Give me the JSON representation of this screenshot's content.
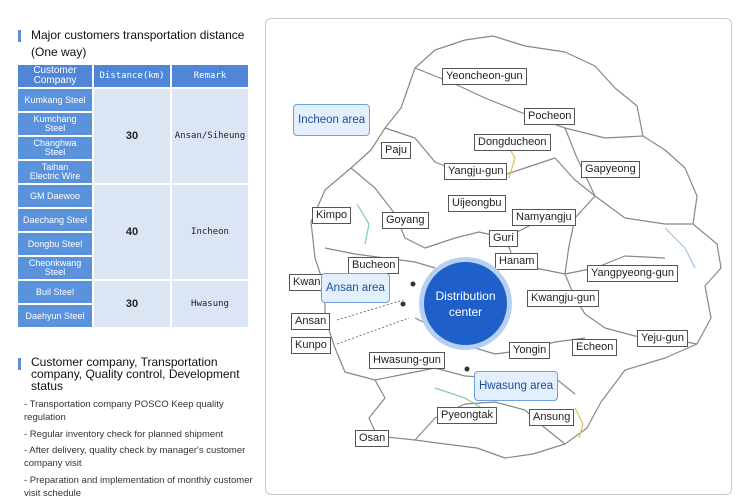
{
  "transport": {
    "title_line1": "Major customers transportation distance",
    "title_line2": "(One way)",
    "headers": {
      "customer": "Customer Company",
      "distance": "Distance(km)",
      "remark": "Remark"
    },
    "customers": [
      "Kumkang Steel",
      "Kumchang Steel",
      "Changhwa Steel",
      "Taihan Electric Wire",
      "GM Daewoo",
      "Daechang Steel",
      "Dongbu Steel",
      "Cheonkwang Steel",
      "Buil Steel",
      "Daehyun Steel"
    ],
    "groups": [
      {
        "distance": "30",
        "remark": "Ansan/Siheung"
      },
      {
        "distance": "40",
        "remark": "Incheon"
      },
      {
        "distance": "30",
        "remark": "Hwasung"
      }
    ]
  },
  "status": {
    "title_line1": "Customer company, Transportation",
    "title_line2": "company, Quality control, Development",
    "title_line3": "status",
    "bullets": [
      [
        "- Transportation company POSCO Keep quality",
        "regulation"
      ],
      [
        "- Regular inventory check for planned shipment"
      ],
      [
        "- After delivery, quality check by manager's customer",
        "company visit"
      ],
      [
        "- Preparation and implementation of monthly customer",
        "visit schedule"
      ]
    ]
  },
  "map": {
    "center_line1": "Distribution",
    "center_line2": "center",
    "areas": {
      "incheon": "Incheon area",
      "ansan": "Ansan area",
      "hwasung": "Hwasung area"
    },
    "places": {
      "yeoncheon": "Yeoncheon-gun",
      "pocheon": "Pocheon",
      "paju": "Paju",
      "dongducheon": "Dongducheon",
      "yangju": "Yangju-gun",
      "gapyeong": "Gapyeong",
      "uijeongbu": "Uijeongbu",
      "kimpo": "Kimpo",
      "goyang": "Goyang",
      "namyangju": "Namyangju",
      "guri": "Guri",
      "bucheon": "Bucheon",
      "hanam": "Hanam",
      "yangpyeong": "Yangpyeong-gun",
      "kwangmyeong": "Kwan",
      "kwangju": "Kwangju-gun",
      "ansan": "Ansan",
      "yeju": "Yeju-gun",
      "kunpo": "Kunpo",
      "echeon": "Echeon",
      "yongin": "Yongin",
      "hwasung": "Hwasung-gun",
      "pyeongtak": "Pyeongtak",
      "ansung": "Ansung",
      "osan": "Osan"
    }
  }
}
